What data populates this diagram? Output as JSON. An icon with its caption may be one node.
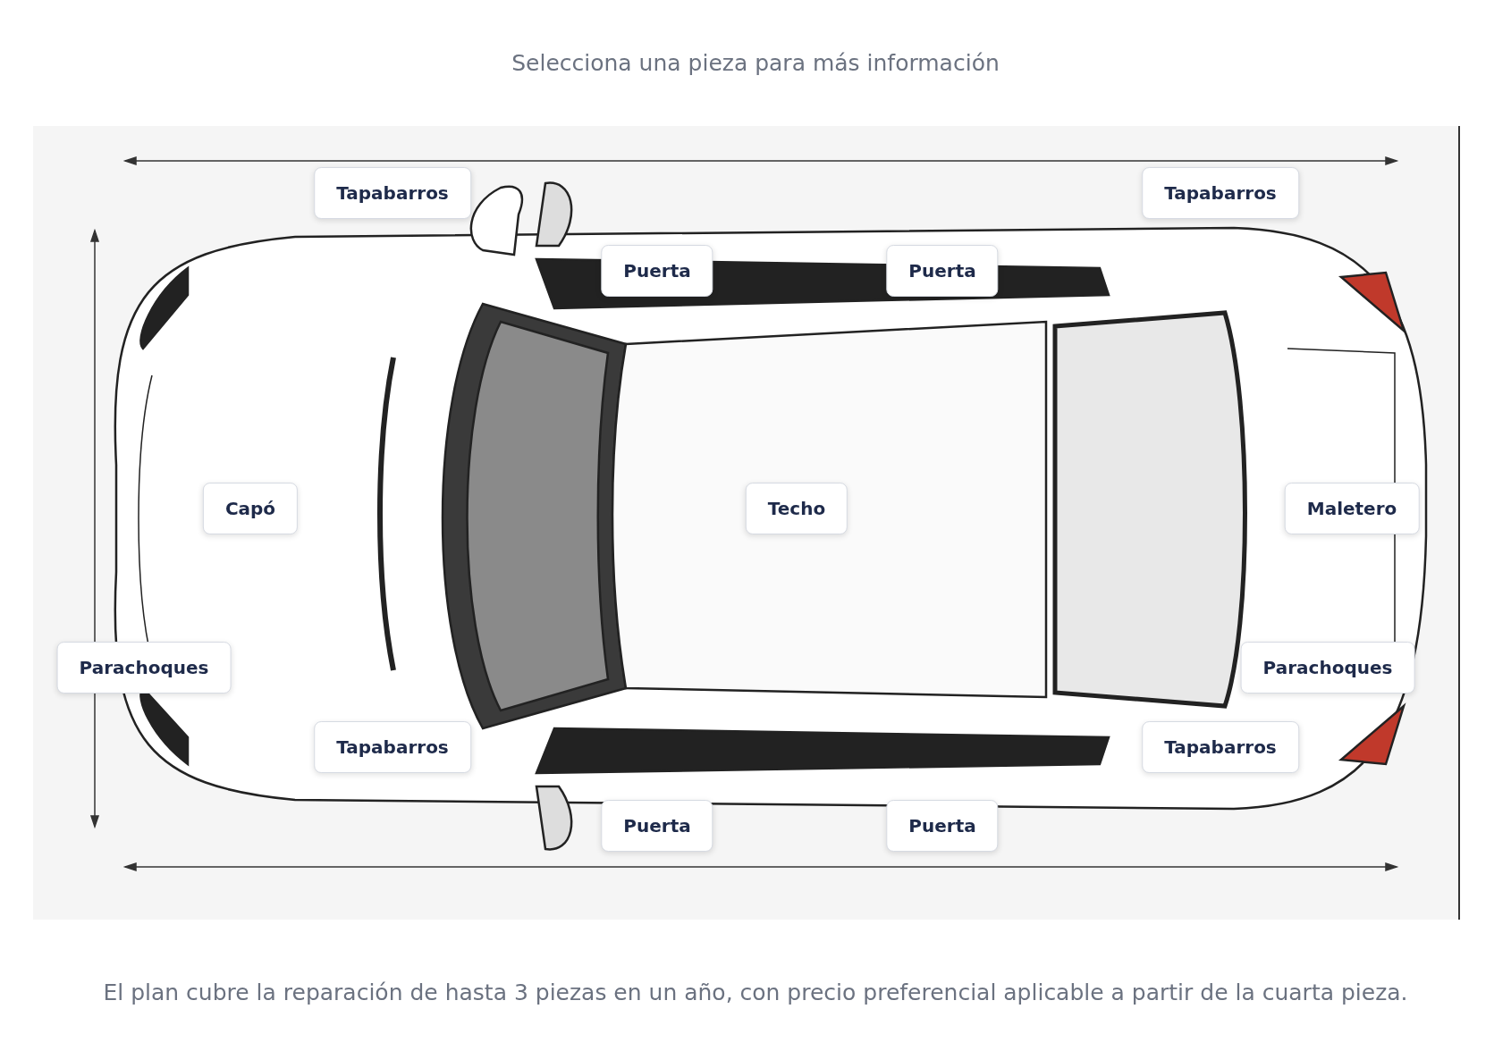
{
  "diagram": {
    "title": "Selecciona una pieza para más información",
    "caption": "El plan cubre la reparación de hasta 3 piezas en un año, con precio preferencial aplicable a partir de la cuarta pieza.",
    "nodes": [
      {
        "text": [
          "Tapabarros"
        ]
      },
      {
        "text": [
          "Tapabarros"
        ]
      },
      {
        "text": [
          "Puerta"
        ]
      },
      {
        "text": [
          "Puerta"
        ]
      },
      {
        "text": [
          "Capó"
        ]
      },
      {
        "text": [
          "Techo"
        ]
      },
      {
        "text": [
          "Maletero"
        ]
      },
      {
        "text": [
          "Parachoques"
        ]
      },
      {
        "text": [
          "Parachoques"
        ]
      },
      {
        "text": [
          "Tapabarros"
        ]
      },
      {
        "text": [
          "Tapabarros"
        ]
      },
      {
        "text": [
          "Puerta"
        ]
      },
      {
        "text": [
          "Puerta"
        ]
      }
    ],
    "edges": []
  }
}
